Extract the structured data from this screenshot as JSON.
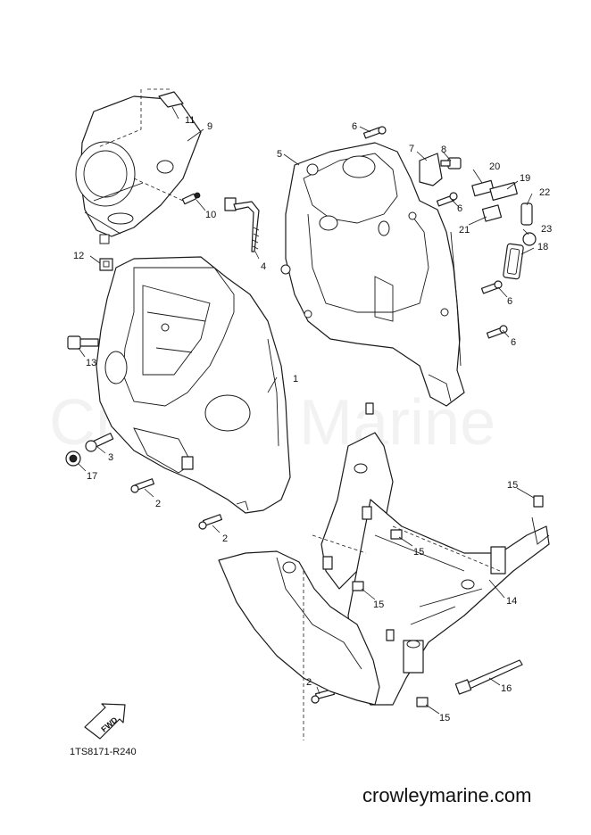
{
  "watermark": "Crowley Marine",
  "diagram_code": "1TS8171-R240",
  "site": "crowleymarine.com",
  "fwd_label": "FWD",
  "callouts": {
    "c1": "1",
    "c2a": "2",
    "c2b": "2",
    "c2c": "2",
    "c3": "3",
    "c4": "4",
    "c5": "5",
    "c6a": "6",
    "c6b": "6",
    "c6c": "6",
    "c6d": "6",
    "c7": "7",
    "c8": "8",
    "c9": "9",
    "c10": "10",
    "c11": "11",
    "c12": "12",
    "c13": "13",
    "c14": "14",
    "c15a": "15",
    "c15b": "15",
    "c15c": "15",
    "c15d": "15",
    "c16": "16",
    "c17": "17",
    "c18": "18",
    "c19": "19",
    "c20": "20",
    "c21": "21",
    "c22": "22",
    "c23": "23"
  }
}
